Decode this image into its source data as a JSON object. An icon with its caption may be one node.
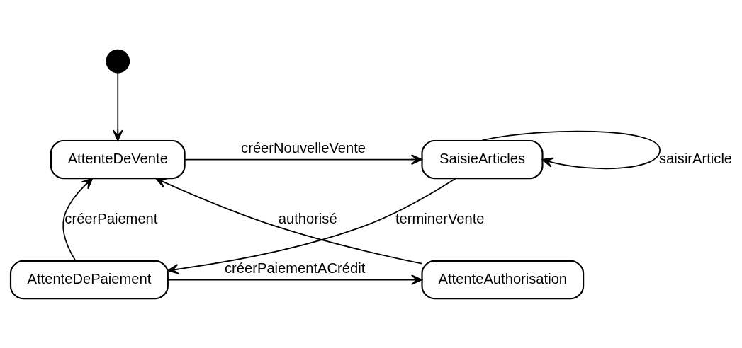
{
  "diagram": {
    "nodes": [
      {
        "text": [],
        "shape": "circle"
      },
      {
        "text": [
          "AttenteDeVente"
        ]
      },
      {
        "text": [
          "SaisieArticles"
        ]
      },
      {
        "text": [
          "AttenteDePaiement"
        ]
      },
      {
        "text": [
          "AttenteAuthorisation"
        ]
      }
    ],
    "edges": [
      {
        "from": 0,
        "to": 1,
        "arrow": "to"
      },
      {
        "from": 1,
        "to": 2,
        "arrow": "to",
        "label": "créerNouvelleVente"
      },
      {
        "from": 2,
        "to": 2,
        "arrow": "to",
        "label": "saisirArticle"
      },
      {
        "from": 2,
        "to": 3,
        "arrow": "to",
        "label": "terminerVente"
      },
      {
        "from": 3,
        "to": 1,
        "arrow": "to",
        "label": "créerPaiement"
      },
      {
        "from": 3,
        "to": 4,
        "arrow": "to",
        "label": "créerPaiementACrédit"
      },
      {
        "from": 4,
        "to": 1,
        "arrow": "to",
        "label": "authorisé"
      }
    ]
  }
}
